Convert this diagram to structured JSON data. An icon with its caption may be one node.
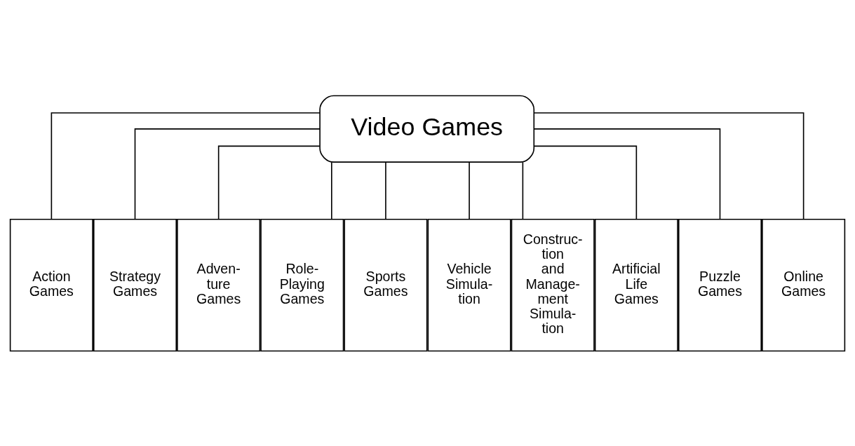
{
  "diagram": {
    "nodes": [
      {
        "text": [
          "Video Games"
        ]
      },
      {
        "text": [
          "Action Games"
        ]
      },
      {
        "text": [
          "Strategy Games"
        ]
      },
      {
        "text": [
          "Adven- ture Games"
        ]
      },
      {
        "text": [
          "Role- Playing Games"
        ]
      },
      {
        "text": [
          "Sports Games"
        ]
      },
      {
        "text": [
          "Vehicle Simula- tion"
        ]
      },
      {
        "text": [
          "Construc- tion and Manage- ment Simula- tion"
        ]
      },
      {
        "text": [
          "Artificial Life Games"
        ]
      },
      {
        "text": [
          "Puzzle Games"
        ]
      },
      {
        "text": [
          "Online Games"
        ]
      }
    ],
    "edges": [
      {
        "from": 0,
        "to": 1,
        "arrow": "none"
      },
      {
        "from": 0,
        "to": 2,
        "arrow": "none"
      },
      {
        "from": 0,
        "to": 3,
        "arrow": "none"
      },
      {
        "from": 0,
        "to": 4,
        "arrow": "none"
      },
      {
        "from": 0,
        "to": 5,
        "arrow": "none"
      },
      {
        "from": 0,
        "to": 6,
        "arrow": "none"
      },
      {
        "from": 0,
        "to": 7,
        "arrow": "none"
      },
      {
        "from": 0,
        "to": 8,
        "arrow": "none"
      },
      {
        "from": 0,
        "to": 9,
        "arrow": "none"
      },
      {
        "from": 0,
        "to": 10,
        "arrow": "none"
      }
    ]
  }
}
